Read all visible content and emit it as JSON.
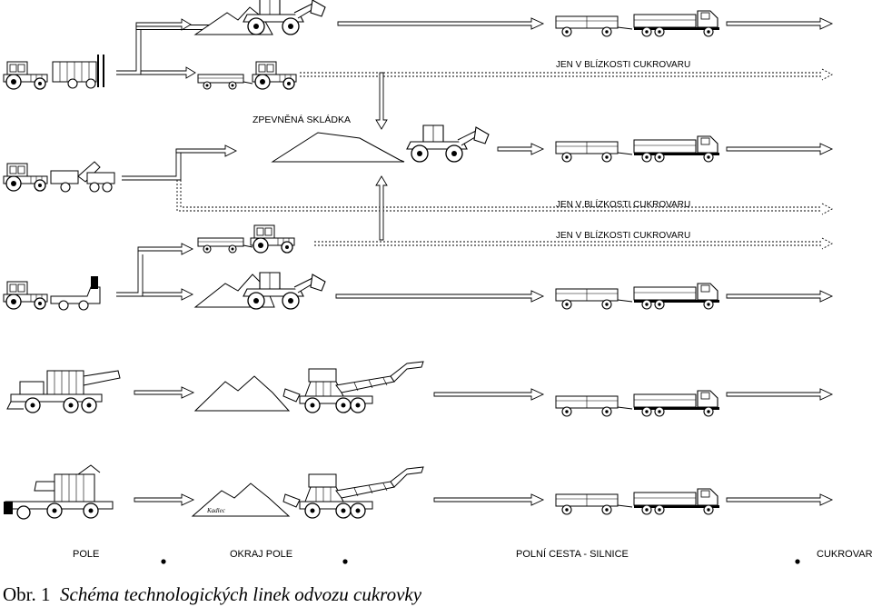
{
  "caption": {
    "prefix": "Obr. 1",
    "text": "Schéma technologických linek odvozu cukrovky"
  },
  "labels": {
    "storage": "ZPEVNĚNÁ  SKLÁDKA",
    "near_factory": "JEN V BLÍZKOSTI CUKROVARU",
    "signature": "Kadlec"
  },
  "stages": [
    "POLE",
    "OKRAJ POLE",
    "POLNÍ CESTA - SILNICE",
    "CUKROVAR"
  ]
}
